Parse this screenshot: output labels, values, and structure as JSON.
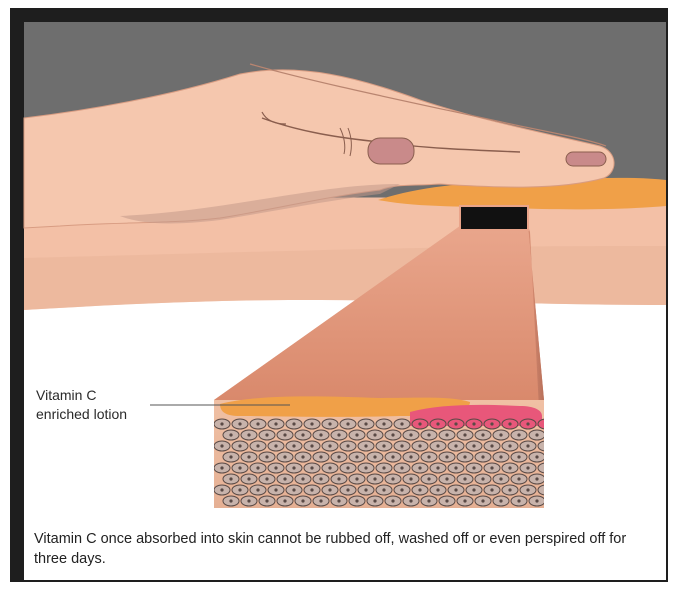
{
  "colors": {
    "frame": "#1e1e1e",
    "background_top": "#6e6e6e",
    "skin": "#f3c0a6",
    "skin_shadow": "#e3a88c",
    "lotion": "#f0a048",
    "cells": "#c8b3ab",
    "cell_outline": "#5a4a46",
    "treated_cells": "#e8577a",
    "panel": "#ffffff"
  },
  "icons": [
    "hand-illustration",
    "skin-magnifier-illustration",
    "skin-cell-layer"
  ],
  "callout": {
    "label": "Vitamin C\nenriched lotion"
  },
  "caption": {
    "text": "Vitamin C once absorbed into skin cannot be rubbed off, washed off or even perspired off for three days."
  }
}
